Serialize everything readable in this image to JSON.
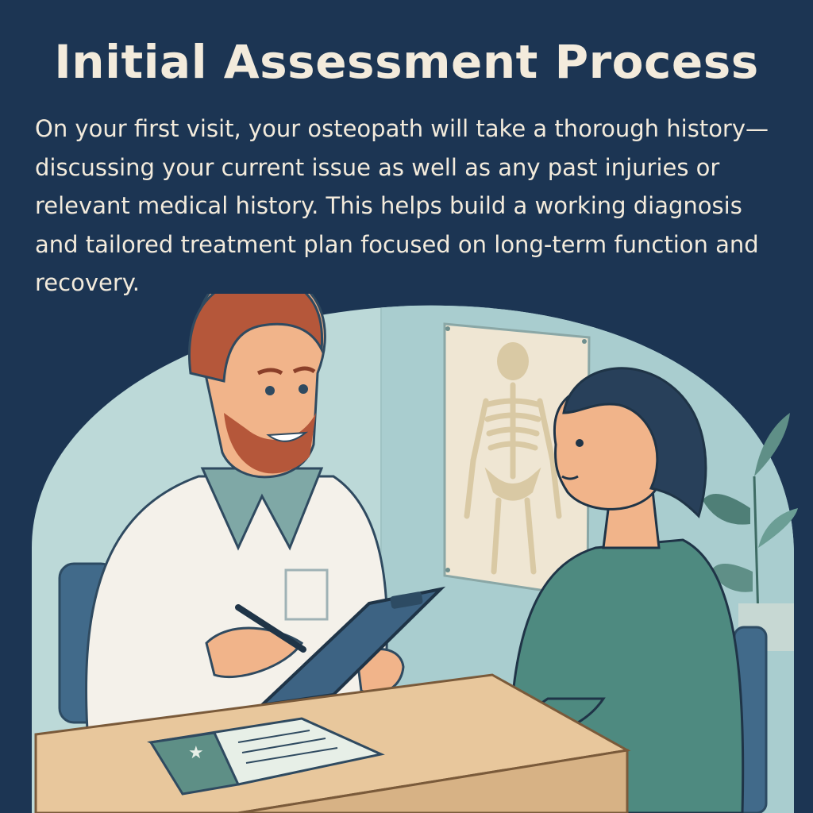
{
  "header": {
    "title": "Initial Assessment Process"
  },
  "intro": {
    "paragraph": "On your first visit, your osteopath will take a thorough history—discussing your current issue as well as any past injuries or relevant medical history. This helps build a working diagnosis and tailored treatment plan focused on long-term function and recovery."
  },
  "colors": {
    "background": "#1c3553",
    "text": "#f3ebdc",
    "scene_wall": "#b7d6d6",
    "coat": "#f4f1ea",
    "patient_top": "#4e8a80",
    "desk": "#e8c79c"
  },
  "scene": {
    "icons": [
      "osteopath-figure",
      "patient-figure",
      "skeleton-poster",
      "clipboard",
      "pen",
      "desk",
      "document",
      "plant"
    ]
  }
}
